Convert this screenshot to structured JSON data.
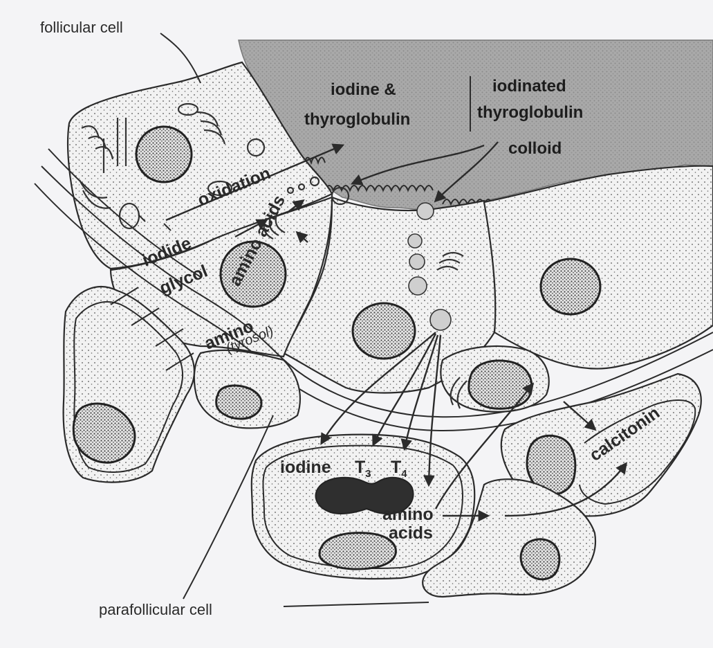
{
  "labels": {
    "follicular_cell": "follicular cell",
    "parafollicular_cell": "parafollicular cell",
    "iodine_and": "iodine &",
    "thyroglobulin": "thyroglobulin",
    "iodinated": "iodinated",
    "iodinated_thyroglobulin": "thyroglobulin",
    "colloid": "colloid",
    "oxidation": "oxidation",
    "iodide": "iodide",
    "glycol": "glycol",
    "amino_acids_top": "amino acids",
    "amino_top_1": "amino",
    "tyrosol": "(tyrosol)",
    "iodine_bottom": "iodine",
    "t3": "T",
    "t3_sub": "3",
    "t4": "T",
    "t4_sub": "4",
    "amino_bottom": "amino",
    "acids_bottom": "acids",
    "calcitonin": "calcitonin"
  }
}
